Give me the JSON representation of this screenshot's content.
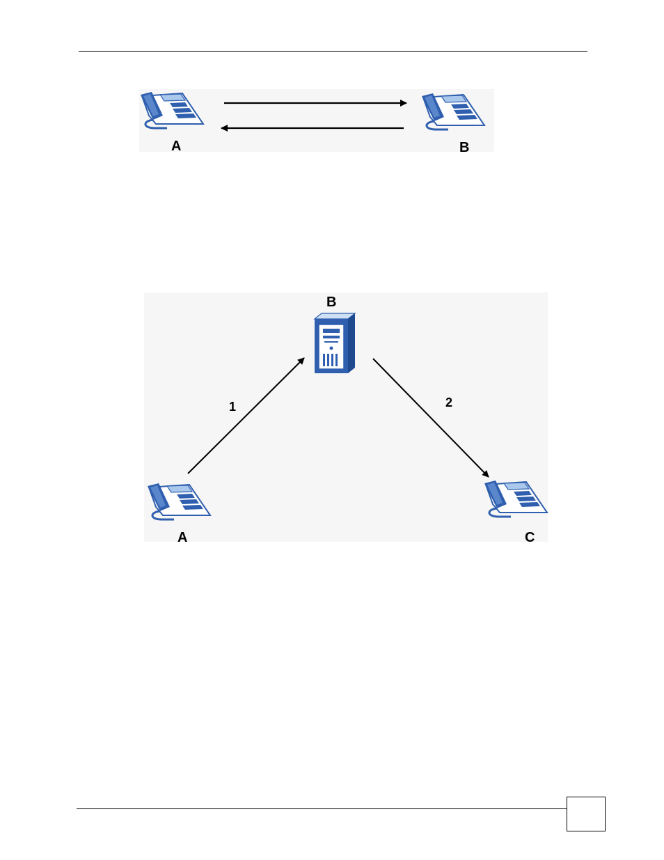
{
  "page": {
    "page_number": ""
  },
  "figure_direct_call": {
    "phone_a_label": "A",
    "phone_b_label": "B"
  },
  "figure_via_server": {
    "server_label": "B",
    "phone_a_label": "A",
    "phone_c_label": "C",
    "step_1_label": "1",
    "step_2_label": "2"
  },
  "colors": {
    "device_blue": "#2f5fae",
    "device_light": "#a9c8ec",
    "line": "#000000",
    "figure_bg": "#f6f6f6"
  },
  "icons": [
    "phone-icon",
    "server-icon"
  ]
}
